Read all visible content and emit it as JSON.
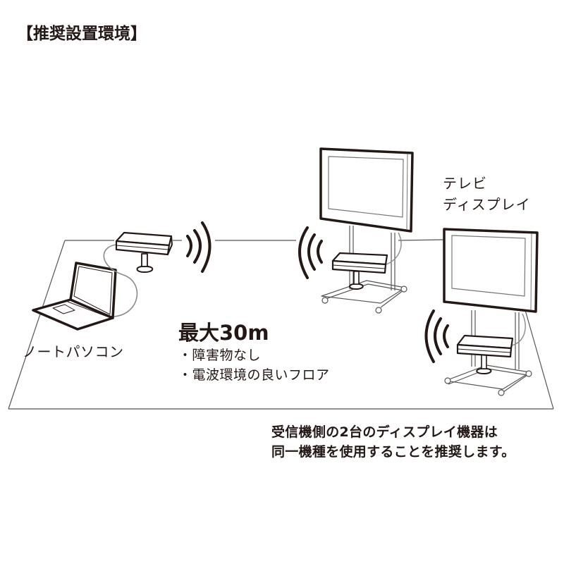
{
  "heading": "【推奨設置環境】",
  "labels": {
    "laptop": "ノートパソコン",
    "tv_line1": "テレビ",
    "tv_line2": "ディスプレイ"
  },
  "range": {
    "title": "最大30m",
    "conditions": [
      "・障害物なし",
      "・電波環境の良いフロア"
    ]
  },
  "note": {
    "line1": "受信機側の2台のディスプレイ機器は",
    "line2": "同一機種を使用することを推奨します。"
  },
  "colors": {
    "ink": "#231815",
    "line_gray": "#8a8a8a",
    "background": "#ffffff"
  },
  "devices": [
    {
      "name": "transmitter",
      "attached_to": "laptop"
    },
    {
      "name": "receiver-1",
      "attached_to": "tv-display-1"
    },
    {
      "name": "receiver-2",
      "attached_to": "tv-display-2"
    }
  ]
}
